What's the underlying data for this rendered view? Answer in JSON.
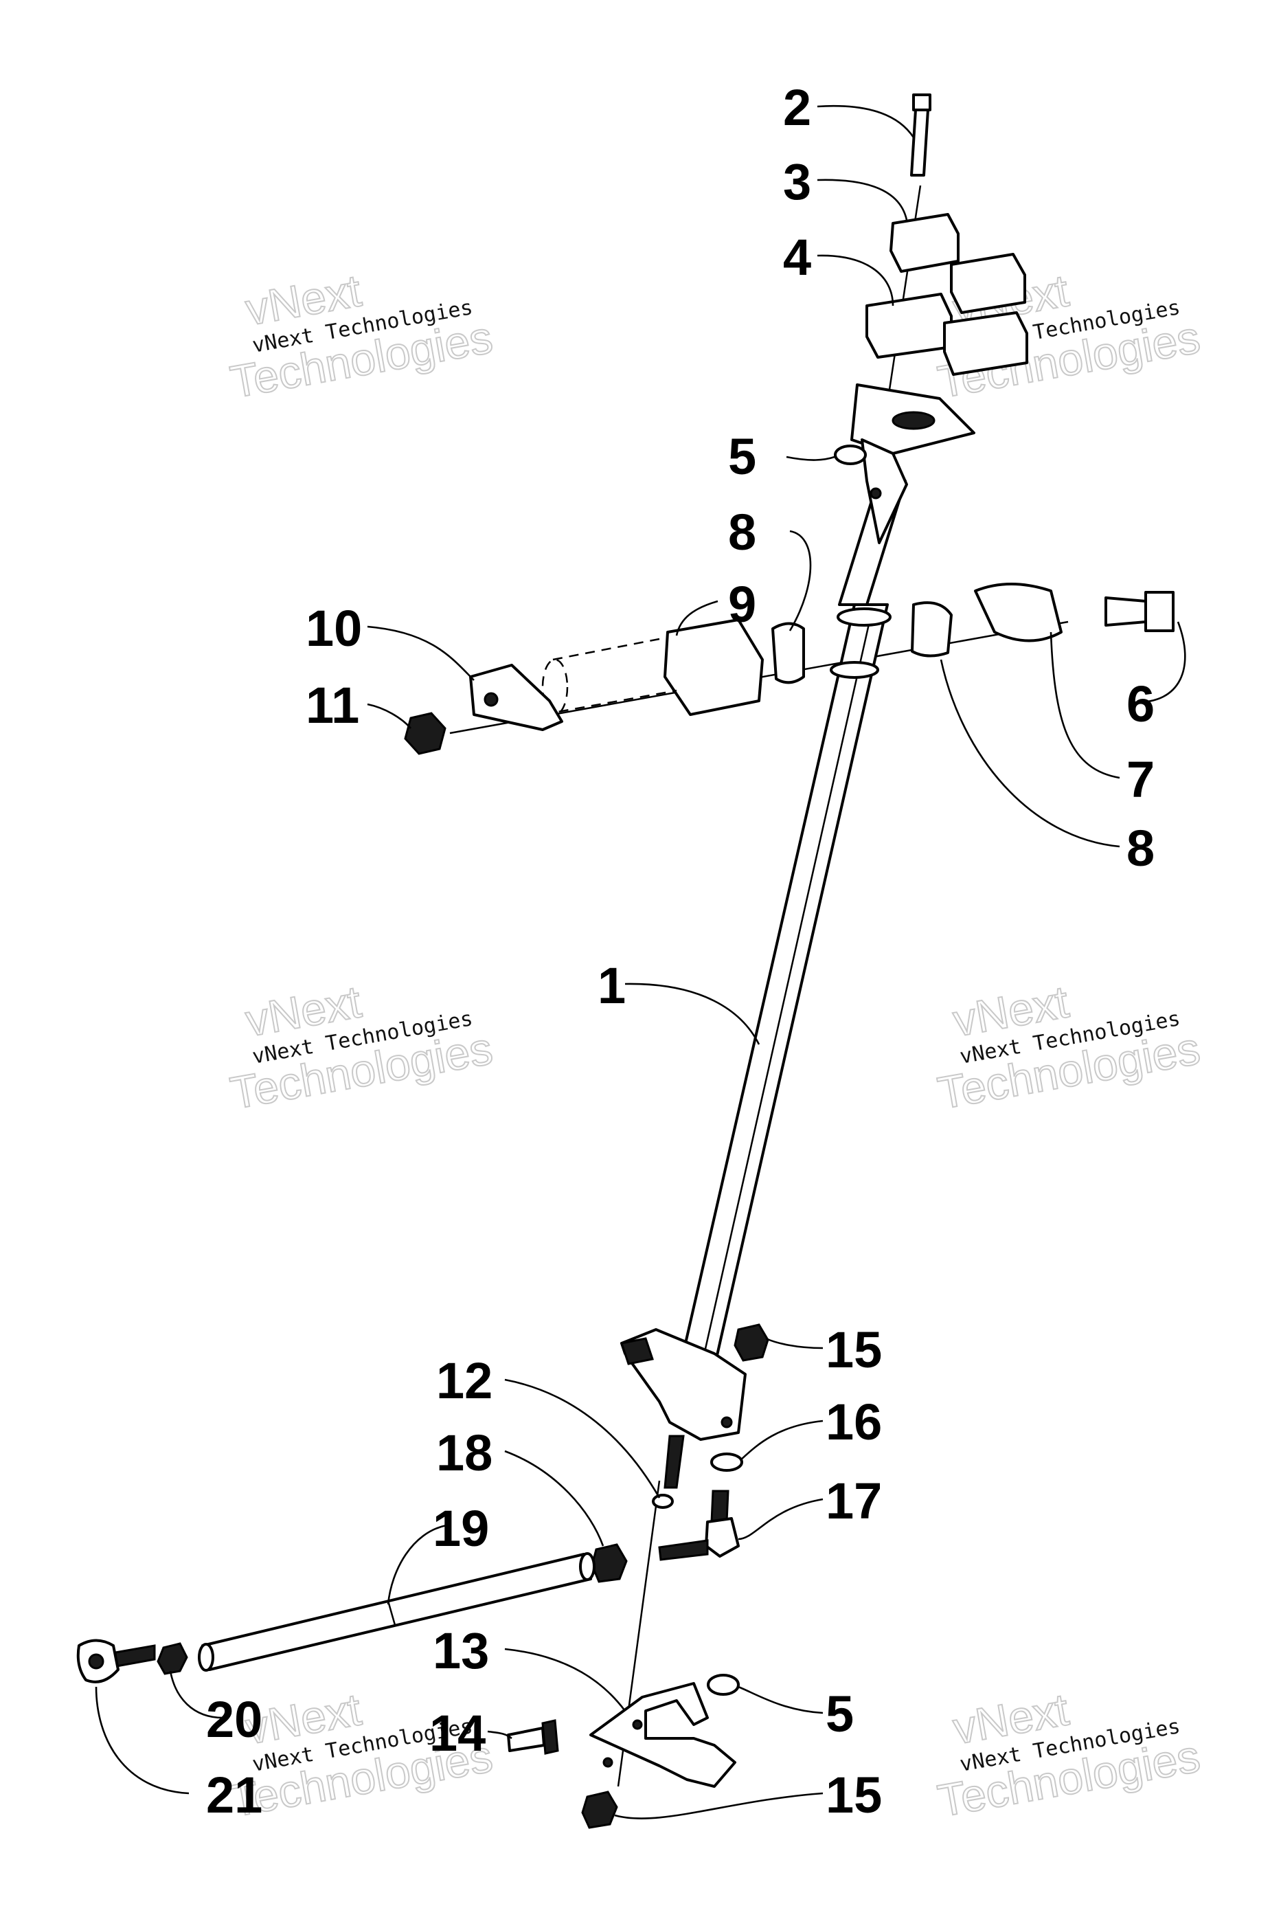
{
  "watermark": {
    "line1": "vNext",
    "line2": "vNext Technologies",
    "line3": "Technologies"
  },
  "callouts": [
    "1",
    "2",
    "3",
    "4",
    "5",
    "6",
    "7",
    "8",
    "9",
    "10",
    "11",
    "12",
    "13",
    "14",
    "15",
    "16",
    "17",
    "18",
    "19",
    "20",
    "21"
  ]
}
